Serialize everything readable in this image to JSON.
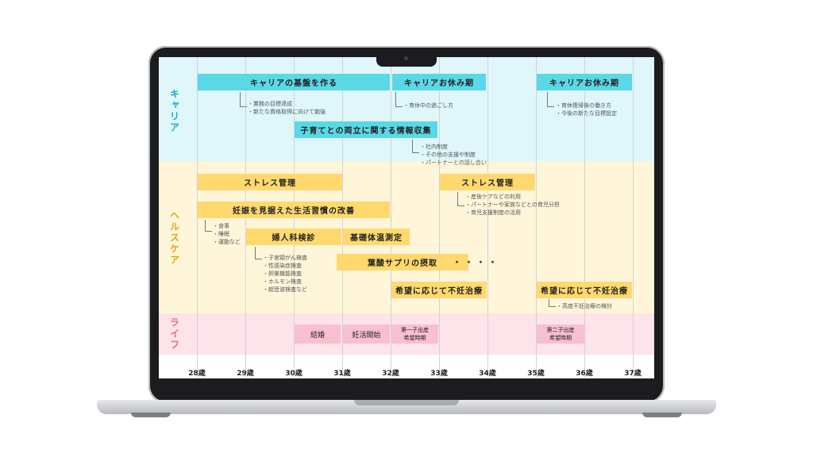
{
  "categories": {
    "career": "キャリア",
    "health": "ヘルスケア",
    "life": "ライフ"
  },
  "career_bars": [
    "キャリアの基盤を作る",
    "キャリアお休み期",
    "キャリアお休み期",
    "子育てとの両立に関する情報収集"
  ],
  "health_bars": [
    "ストレス管理",
    "ストレス管理",
    "妊娠を見据えた生活習慣の改善",
    "婦人科検診",
    "基礎体温測定",
    "葉酸サプリの摂取",
    "希望に応じて不妊治療",
    "希望に応じて不妊治療"
  ],
  "life_bars": {
    "marriage": "結婚",
    "pregnancy_start": "妊活開始",
    "first_child_l1": "第一子出産",
    "first_child_l2": "希望時期",
    "second_child_l1": "第二子出産",
    "second_child_l2": "希望時期"
  },
  "notes": {
    "career_base": [
      "・業務の目標達成",
      "・新たな資格取得に向けて勉強"
    ],
    "career_rest1": [
      "・育休中の過ごし方"
    ],
    "career_rest2": [
      "・育休復帰後の働き方",
      "・今後の新たな目標設定"
    ],
    "childcare_info": [
      "・社内制度",
      "・その他の支援や制度",
      "・パートナーとの話し合い"
    ],
    "stress2": [
      "・産後ケアなどの利用",
      "・パートナーや家族などとの育児分担",
      "・育児支援制度の活用"
    ],
    "lifestyle": [
      "・食事",
      "・睡眠",
      "・運動など"
    ],
    "checkup": [
      "・子宮頸がん検査",
      "・性感染症検査",
      "・卵巣機能検査",
      "・ホルモン検査",
      "・超音波検査など"
    ],
    "fertility2": [
      "・高度不妊治療の検討"
    ]
  },
  "continuation": "・・・・",
  "axis": [
    "28歳",
    "29歳",
    "30歳",
    "31歳",
    "32歳",
    "33歳",
    "34歳",
    "35歳",
    "36歳",
    "37歳"
  ],
  "colors": {
    "career_band": "#dff6fb",
    "career_bar": "#5ad8e6",
    "health_band": "#fff6da",
    "health_bar": "#ffd96e",
    "life_band": "#fde3ea",
    "life_bar": "#f8bfd0"
  }
}
